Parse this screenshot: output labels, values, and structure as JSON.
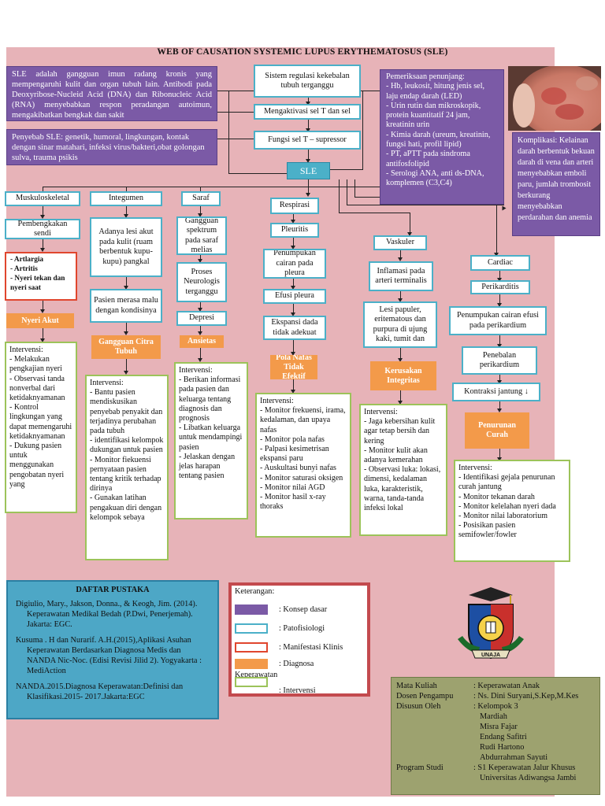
{
  "title": "WEB OF CAUSATION SYSTEMIC LUPUS ERYTHEMATOSUS (SLE)",
  "concept_def": "SLE adalah gangguan imun radang kronis yang mempengaruhi kulit dan organ tubuh lain. Antibodi pada Deoxyribose-Nucleid Acid (DNA) dan Ribonucleic Acid (RNA) menyebabkan respon peradangan autoimun, mengakibatkan bengkak dan sakit",
  "causes": "Penyebab SLE: genetik, humoral, lingkungan, kontak dengan sinar matahari, infeksi virus/bakteri,obat golongan sulva, trauma psikis",
  "pathway": {
    "p1": "Sistem regulasi kekebalan tubuh terganggu",
    "p2": "Mengaktivasi sel T dan sel",
    "p3": "Fungsi sel T – supressor",
    "sle": "SLE"
  },
  "exam": {
    "title": "Pemeriksaan penunjang:",
    "items": [
      "- Hb, leukosit, hitung jenis sel, laju endap darah (LED)",
      "- Urin rutin dan mikroskopik, protein kuantitatif 24 jam, kreatinin urin",
      "- Kimia darah (ureum, kreatinin, fungsi hati, profil lipid)",
      "- PT, aPTT pada sindroma antifosfolipid",
      "- Serologi ANA, anti ds-DNA, komplemen (C3,C4)"
    ]
  },
  "komplikasi": "Komplikasi: Kelainan darah berbentuk bekuan darah di vena dan arteri menyebabkan emboli paru, jumlah trombosit berkurang menyebabkan perdarahan dan anemia",
  "branches": {
    "musk": {
      "title": "Muskuloskeletal",
      "b1": "Pembengkakan sendi",
      "bullets": [
        "- Artlargia",
        "- Artritis",
        "- Nyeri tekan dan nyeri saat"
      ],
      "dx": "Nyeri Akut",
      "int_title": "Intervensi:",
      "int": [
        "- Melakukan pengkajian nyeri",
        "- Observasi tanda nonverbal dari ketidaknyamanan",
        "- Kontrol lingkungan yang dapat memengaruhi ketidaknyamanan",
        "- Dukung pasien untuk menggunakan pengobatan nyeri yang"
      ]
    },
    "integ": {
      "title": "Integumen",
      "b1": "Adanya lesi akut pada kulit (ruam berbentuk kupu-kupu) pangkal",
      "b2": "Pasien merasa malu dengan kondisinya",
      "dx": "Gangguan Citra Tubuh",
      "int_title": "Intervensi:",
      "int": [
        "- Bantu pasien mendiskusikan penyebab penyakit dan terjadinya perubahan pada tubuh",
        "- identifikasi kelompok dukungan untuk pasien",
        "- Monitor fiekuensi pernyataan pasien tentang kritik terhadap dirinya",
        "- Gunakan latihan pengakuan diri dengan kelompok sebaya"
      ]
    },
    "saraf": {
      "title": "Saraf",
      "b1": "Gangguan spektrum pada saraf melias",
      "b2": "Proses Neurologis terganggu",
      "b3": "Depresi",
      "dx": "Ansietas",
      "int_title": "Intervensi:",
      "int": [
        "- Berikan informasi pada pasien dan keluarga tentang diagnosis dan prognosis",
        "- Libatkan keluarga untuk mendampingi pasien",
        "- Jelaskan dengan jelas harapan tentang pasien"
      ]
    },
    "resp": {
      "title": "Respirasi",
      "b1": "Pleuritis",
      "b2": "Penumpukan cairan pada pleura",
      "b3": "Efusi pleura",
      "b4": "Ekspansi dada tidak adekuat",
      "dx": "Pola Nafas Tidak Efektif",
      "int_title": "Intervensi:",
      "int": [
        "- Monitor frekuensi, irama, kedalaman, dan upaya nafas",
        "- Monitor pola nafas",
        "- Palpasi kesimetrisan ekspansi paru",
        "- Auskultasi bunyi nafas",
        "- Monitor saturasi oksigen",
        "- Monitor nilai AGD",
        "- Monitor hasil x-ray thoraks"
      ]
    },
    "vask": {
      "title": "Vaskuler",
      "b1": "Inflamasi pada arteri terminalis",
      "b2": "Lesi papuler, eritematous dan purpura di ujung kaki, tumit dan",
      "dx": "Kerusakan Integritas",
      "int_title": "Intervensi:",
      "int": [
        "- Jaga kebersihan kulit agar tetap bersih dan kering",
        "- Monitor kulit akan adanya kemerahan",
        "- Observasi luka: lokasi, dimensi, kedalaman luka, karakteristik, warna, tanda-tanda infeksi lokal"
      ]
    },
    "card": {
      "title": "Cardiac",
      "b1": "Perikarditis",
      "b2": "Penumpukan cairan efusi pada perikardium",
      "b3": "Penebalan perikardium",
      "b4": "Kontraksi jantung ↓",
      "dx": "Penurunan Curah",
      "int_title": "Intervensi:",
      "int": [
        "- Identifikasi gejala penurunan curah jantung",
        "- Monitor tekanan darah",
        "- Monitor kelelahan nyeri dada",
        "- Monitor nilai laboratorium",
        "- Posisikan pasien semifowler/fowler"
      ]
    }
  },
  "pustaka": {
    "title": "DAFTAR PUSTAKA",
    "refs": [
      "Digiulio, Mary., Jakson, Donna., & Keogh, Jim. (2014). Keperawatan Medikal Bedah (P.Dwi, Penerjemah). Jakarta: EGC.",
      "Kusuma . H dan Nurarif. A.H.(2015),Aplikasi Asuhan Keperawatan Berdasarkan Diagnosa Medis dan NANDA Nic-Noc. (Edisi Revisi Jilid 2). Yogyakarta : MediAction",
      "NANDA.2015.Diagnosa Keperawatan:Definisi dan Klasifikasi.2015- 2017.Jakarta:EGC"
    ]
  },
  "legend": {
    "title": "Keterangan:",
    "items": [
      ": Konsep dasar",
      ": Patofisiologi",
      ": Manifestasi Klinis",
      ": Diagnosa",
      "Keperawatan",
      ": Intervensi"
    ],
    "colors": [
      "#7b5aa6",
      "#4bb0c8",
      "#e0462e",
      "#f39a4a",
      "#9cc35a"
    ]
  },
  "info": {
    "rows": [
      [
        "Mata Kuliah",
        ": Keperawatan Anak"
      ],
      [
        "Dosen Pengampu",
        ": Ns. Dini Suryani,S.Kep,M.Kes"
      ],
      [
        "Disusun Oleh",
        ": Kelompok 3"
      ],
      [
        "",
        "Mardiah"
      ],
      [
        "",
        "Misra Fajar"
      ],
      [
        "",
        "Endang Safitri"
      ],
      [
        "",
        "Rudi Hartono"
      ],
      [
        "",
        "Abdurrahman Sayuti"
      ],
      [
        "Program Studi",
        ": S1 Keperawatan Jalur Khusus"
      ],
      [
        "",
        "Universitas Adiwangsa Jambi"
      ]
    ]
  },
  "logo_text": "UNAJA"
}
